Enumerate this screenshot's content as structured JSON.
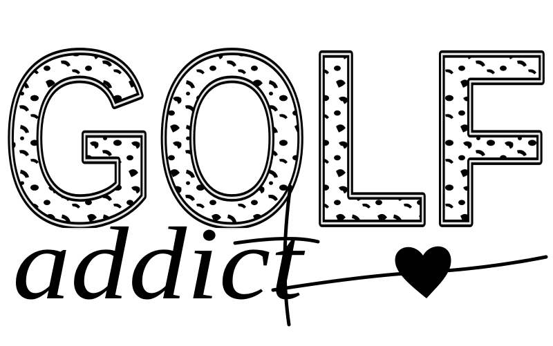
{
  "artwork": {
    "headline": "GOLF",
    "subline": "addict",
    "colors": {
      "ink": "#000000",
      "background": "#ffffff"
    },
    "icons": [
      "heart-icon",
      "leopard-print-pattern"
    ]
  }
}
